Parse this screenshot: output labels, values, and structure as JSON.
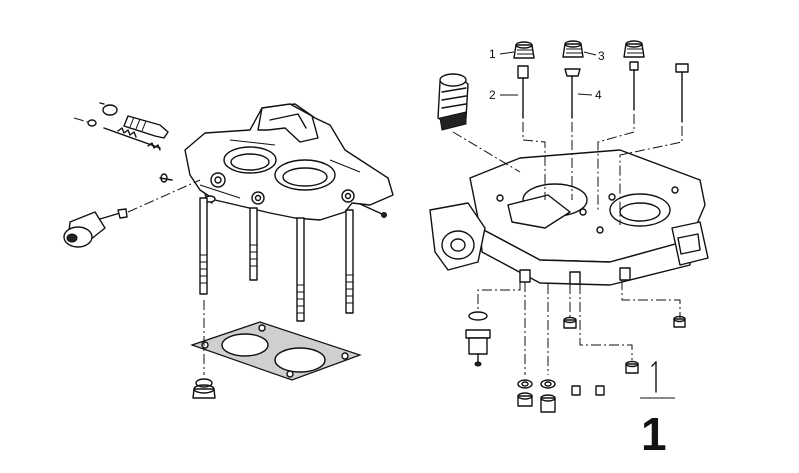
{
  "callouts": {
    "c1": "1",
    "c2": "2",
    "c3": "3",
    "c4": "4"
  },
  "group_number": "1",
  "parts": {
    "left_assembly": "carburetor-upper-body-left",
    "right_assembly": "carburetor-base-plate-right",
    "gasket": "flange-gasket"
  }
}
